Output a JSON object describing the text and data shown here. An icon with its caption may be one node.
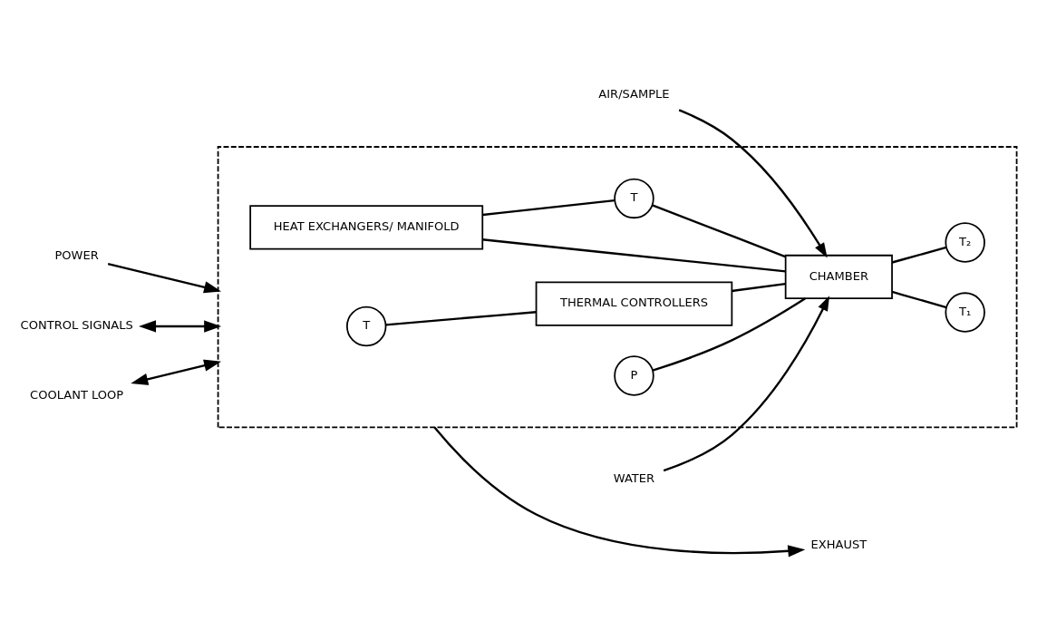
{
  "diagram": {
    "nodes": [
      {
        "text": [],
        "shape": "box"
      },
      {
        "text": [
          "POWER"
        ]
      },
      {
        "text": [
          "CONTROL SIGNALS"
        ]
      },
      {
        "text": [
          "COOLANT LOOP"
        ]
      },
      {
        "text": [
          "AIR/SAMPLE"
        ]
      },
      {
        "text": [
          "WATER"
        ]
      },
      {
        "text": [
          "EXHAUST"
        ]
      },
      {
        "text": [
          "T"
        ],
        "in": 0
      },
      {
        "text": [
          "THERMAL CONTROLLERS"
        ],
        "in": 0
      },
      {
        "text": [
          "HEAT EXCHANGERS/ MANIFOLD"
        ],
        "in": 0
      },
      {
        "text": [
          "P"
        ],
        "in": 0
      },
      {
        "text": [
          "CHAMBER"
        ],
        "in": 0
      },
      {
        "text": [
          "T₁"
        ],
        "in": 0
      },
      {
        "text": [
          "T₂"
        ],
        "in": 0
      },
      {
        "text": [
          "T"
        ],
        "in": 0
      }
    ],
    "edges": [
      {
        "from": 1,
        "to": 0,
        "arrow": "to"
      },
      {
        "from": 2,
        "to": 0,
        "arrow": "both"
      },
      {
        "from": 3,
        "to": 0,
        "arrow": "both"
      },
      {
        "from": 4,
        "to": 11,
        "arrow": "to"
      },
      {
        "from": 5,
        "to": 11,
        "arrow": "to"
      },
      {
        "from": 0,
        "to": 6,
        "arrow": "to"
      },
      {
        "from": 7,
        "to": 8,
        "arrow": "none"
      },
      {
        "from": 8,
        "to": 11,
        "arrow": "none"
      },
      {
        "from": 9,
        "to": 11,
        "arrow": "none"
      },
      {
        "from": 9,
        "to": 14,
        "arrow": "none"
      },
      {
        "from": 14,
        "to": 11,
        "arrow": "none"
      },
      {
        "from": 10,
        "to": 11,
        "arrow": "none"
      },
      {
        "from": 11,
        "to": 12,
        "arrow": "none"
      },
      {
        "from": 11,
        "to": 13,
        "arrow": "none"
      }
    ]
  }
}
